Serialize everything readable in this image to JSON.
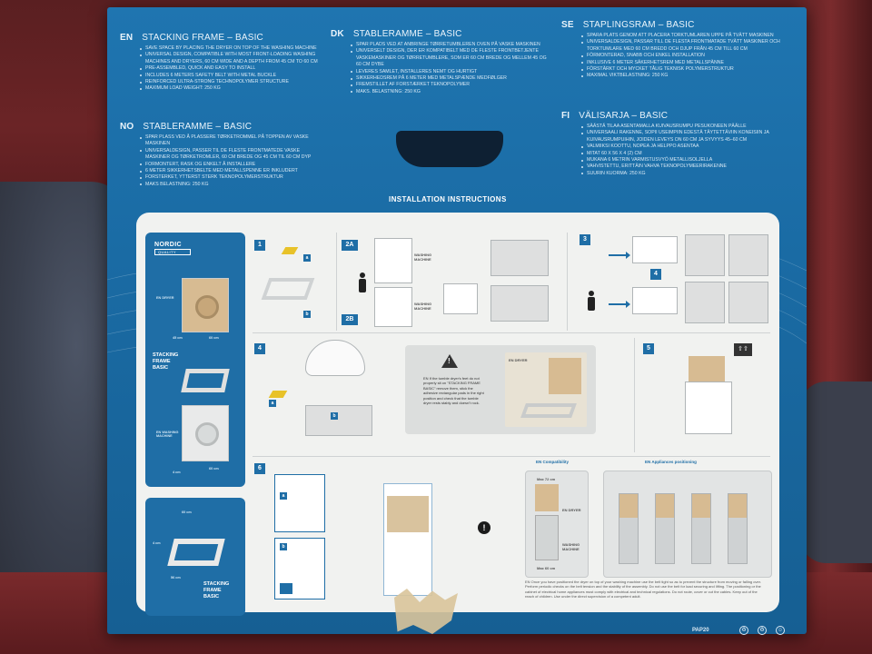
{
  "box": {
    "sections": {
      "en": {
        "code": "EN",
        "title": "STACKING FRAME – BASIC",
        "items": [
          "SAVE SPACE BY PLACING THE DRYER ON TOP OF THE WASHING MACHINE",
          "UNIVERSAL DESIGN, COMPATIBLE WITH MOST FRONT-LOADING WASHING MACHINES AND DRYERS, 60 CM WIDE AND A DEPTH FROM 45 CM TO 60 CM",
          "PRE-ASSEMBLED, QUICK AND EASY TO INSTALL",
          "INCLUDES 6 METERS SAFETY BELT WITH METAL BUCKLE",
          "REINFORCED ULTRA-STRONG TECHNOPOLYMER STRUCTURE",
          "MAXIMUM LOAD WEIGHT: 250 KG"
        ]
      },
      "no": {
        "code": "NO",
        "title": "STABLERAMME – BASIC",
        "items": [
          "SPAR PLASS VED Å PLASSERE TØRKETROMMEL PÅ TOPPEN AV VASKE MASKINEN",
          "UNIVERSALDESIGN, PASSER TIL DE FLESTE FRONTMATEDE VASKE MASKINER OG TØRKETROMLER, 60 CM BREDE OG 45 CM TIL 60 CM DYP",
          "FORMONTERT, RASK OG ENKELT Å INSTALLERE",
          "6 METER SIKKERHETSBELTE MED METALLSPENNE ER INKLUDERT",
          "FORSTERKET, YTTERST STERK TEKNOPOLYMERSTRUKTUR",
          "MAKS BELASTNING: 250 KG"
        ]
      },
      "dk": {
        "code": "DK",
        "title": "STABLERAMME – BASIC",
        "items": [
          "SPAR PLADS VED AT ANBRINGE TØRRETUMBLEREN OVEN PÅ VASKE MASKINEN",
          "UNIVERSELT DESIGN, DER ER KOMPATIBELT MED DE FLESTE FRONTBETJENTE VASKEMASKINER OG TØRRETUMBLERE, SOM ER 60 CM BREDE OG MELLEM 45 OG 60 CM DYBE",
          "LEVERES SAMLET, INSTALLERES NEMT OG HURTIGT",
          "SIKKERHEDSREM PÅ 6 METER MED METALSPÆNDE MEDFØLGER",
          "FREMSTILLET AF FORSTÆRKET TEKNOPOLYMER",
          "MAKS. BELASTNING: 250 KG"
        ]
      },
      "se": {
        "code": "SE",
        "title": "STAPLINGSRAM – BASIC",
        "items": [
          "SPARA PLATS GENOM ATT PLACERA TORKTUMLAREN UPPE PÅ TVÄTT MASKINEN",
          "UNIVERSALDESIGN, PASSAR TILL DE FLESTA FRONTMATADE TVÄTT MASKINER OCH TORKTUMLARE MED 60 CM BREDD OCH DJUP FRÅN 45 CM TILL 60 CM",
          "FÖRMONTERAD, SNABB OCH ENKEL INSTALLATION",
          "INKLUSIVE 6 METER SÄKERHETSREM MED METALLSPÄNNE",
          "FÖRSTÄRKT OCH MYCKET TÅLIG TEKNISK POLYMERSTRUKTUR",
          "MAXIMAL VIKTBELASTNING: 250 KG"
        ]
      },
      "fi": {
        "code": "FI",
        "title": "VÄLISARJA – BASIC",
        "items": [
          "SÄÄSTÄ TILAA ASENTAMALLA KUIVAUSRUMPU PESUKONEEN PÄÄLLE",
          "UNIVERSAALI RAKENNE, SOPII USEIMPIIN EDESTÄ TÄYTETTÄVIIN KONEISIIN JA KUIVAUSRUMPUIHIN, JOIDEN LEVEYS ON 60 CM JA SYVYYS 45–60 CM",
          "VALMIIKSI KOOTTU, NOPEA JA HELPPO ASENTAA",
          "MITAT 60 X 56 X 4 (2) CM",
          "MUKANA 6 METRIN VARMISTUSVYÖ METALLISOLJELLA",
          "VAHVISTETTU, ERITTÄIN VAHVA TEKNOPOLYMEERIRAKENNE",
          "SUURIN KUORMA: 250 KG"
        ]
      }
    },
    "installation_title": "INSTALLATION INSTRUCTIONS",
    "brand": "NORDIC",
    "brand_sub": "QUALITY",
    "left_card": {
      "dryer_tag": "EN DRYER",
      "frame_label_1": "STACKING",
      "frame_label_2": "FRAME",
      "frame_label_3": "BASIC",
      "washer_tag_1": "EN WASHING",
      "washer_tag_2": "MACHINE",
      "dim_60": "60 cm",
      "dim_45": "45 cm",
      "dim_60b": "60 cm",
      "dim_4": "4 cm"
    },
    "bottom_card": {
      "dim_60": "60 cm",
      "dim_56": "56 cm",
      "dim_4": "4 cm",
      "label_1": "STACKING",
      "label_2": "FRAME",
      "label_3": "BASIC"
    },
    "steps": {
      "s1": "1",
      "s2a": "2A",
      "s2b": "2B",
      "s3": "3",
      "s4": "4",
      "s5": "5",
      "s6": "6",
      "s3_sub": "4"
    },
    "step_labels": {
      "a": "a",
      "b": "b",
      "washing_machine_1": "WASHING",
      "washing_machine_2": "MACHINE",
      "dryer": "DRYER"
    },
    "warning": {
      "text": "EN If the tumble dryer's feet do not properly sit on \"STACKING FRAME BASIC\" remove them, stick the adhesive rectangular pads in the right position and check that the tumble dryer rests stably and doesn't rock.",
      "dryer_tag": "EN DRYER"
    },
    "compat": {
      "title": "EN Compatibility",
      "max_top": "Max 72 cm",
      "max_bottom": "Max 60 cm",
      "dryer": "EN DRYER",
      "washer_1": "WASHING",
      "washer_2": "MACHINE"
    },
    "positioning": {
      "title": "EN Appliances positioning"
    },
    "note": "EN Once you have positioned the dryer on top of your washing machine use the belt tight so as to prevent the structure from moving or falling over. Perform periodic checks on the belt tension and the stability of the assembly. Do not use the belt for load securing and lifting. The positioning or the cabinet of electrical home appliances must comply with electrical and technical regulations. Do not route, cover or cut the cables. Keep out of the reach of children. Use under the direct supervision of a competent adult.",
    "product_code": "PAP20",
    "recycle_icon": "recycle-icon",
    "colors": {
      "box_blue": "#1a6ba4",
      "panel_bg": "#f1f2f0",
      "accent": "#1f6ea6",
      "yellow": "#e8c229"
    }
  }
}
